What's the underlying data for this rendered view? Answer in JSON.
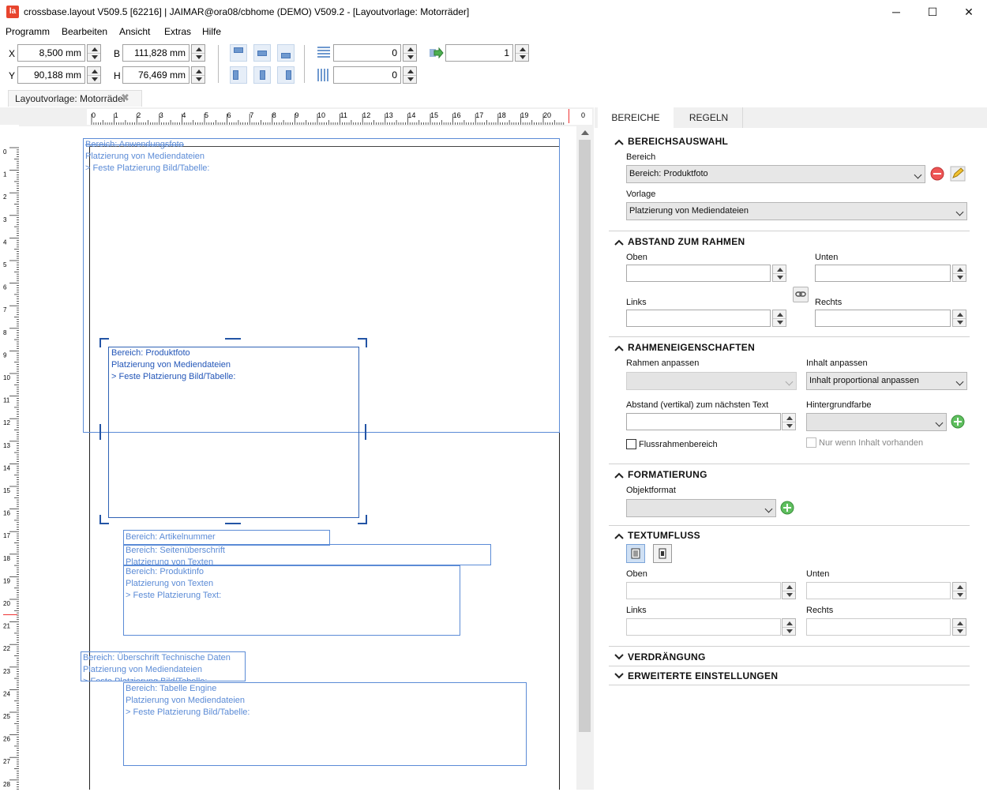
{
  "window": {
    "title": "crossbase.layout V509.5 [62216] | JAIMAR@ora08/cbhome (DEMO) V509.2   - [Layoutvorlage: Motorräder]",
    "app_icon_text": "la",
    "minimize_glyph": "─",
    "maximize_glyph": "☐",
    "close_glyph": "✕"
  },
  "menu": [
    "Programm",
    "Bearbeiten",
    "Ansicht",
    "Extras",
    "Hilfe"
  ],
  "toolbar": {
    "x_label": "X",
    "x_value": "8,500 mm",
    "y_label": "Y",
    "y_value": "90,188 mm",
    "b_label": "B",
    "b_value": "111,828 mm",
    "h_label": "H",
    "h_value": "76,469 mm",
    "spacing_value": "0",
    "columns_value": "0",
    "step_value": "1"
  },
  "doc_tab": {
    "label": "Layoutvorlage: Motorräder",
    "close_glyph": "✖"
  },
  "ruler": {
    "h_labels": [
      "0",
      "1",
      "2",
      "3",
      "4",
      "5",
      "6",
      "7",
      "8",
      "9",
      "10",
      "11",
      "12",
      "13",
      "14",
      "15",
      "16",
      "17",
      "18",
      "19",
      "20",
      "0"
    ],
    "v_labels": [
      "0",
      "1",
      "2",
      "3",
      "4",
      "5",
      "6",
      "7",
      "8",
      "9",
      "10",
      "11",
      "12",
      "13",
      "14",
      "15",
      "16",
      "17",
      "18",
      "19",
      "20",
      "21",
      "22",
      "23",
      "24",
      "25",
      "26",
      "27",
      "28"
    ]
  },
  "areas": {
    "anwendungsfoto": [
      "Bereich: Anwendungsfoto",
      "Platzierung von Mediendateien",
      " > Feste Platzierung Bild/Tabelle:"
    ],
    "produktfoto": [
      "Bereich: Produktfoto",
      "Platzierung von Mediendateien",
      " > Feste Platzierung Bild/Tabelle:"
    ],
    "artikelnummer": [
      "Bereich: Artikelnummer"
    ],
    "seitenueberschrift": [
      "Bereich: Seitenüberschrift",
      "Platzierung von Texten"
    ],
    "produktinfo": [
      "Bereich: Produktinfo",
      "Platzierung von Texten",
      " > Feste Platzierung Text:"
    ],
    "ueberschrift_tech": [
      "Bereich: Überschrift Technische Daten",
      "Platzierung von Mediendateien",
      " > Feste Platzierung Bild/Tabelle:"
    ],
    "tabelle_engine": [
      "Bereich: Tabelle Engine",
      "Platzierung von Mediendateien",
      " > Feste Platzierung Bild/Tabelle:"
    ]
  },
  "panel": {
    "tabs": [
      "BEREICHE",
      "REGELN"
    ],
    "bereichsauswahl": {
      "title": "BEREICHSAUSWAHL",
      "bereich_label": "Bereich",
      "bereich_value": "Bereich: Produktfoto",
      "vorlage_label": "Vorlage",
      "vorlage_value": "Platzierung von Mediendateien"
    },
    "abstand": {
      "title": "ABSTAND ZUM RAHMEN",
      "oben": "Oben",
      "unten": "Unten",
      "links": "Links",
      "rechts": "Rechts"
    },
    "rahmen": {
      "title": "RAHMENEIGENSCHAFTEN",
      "rahmen_anpassen": "Rahmen anpassen",
      "inhalt_anpassen": "Inhalt anpassen",
      "inhalt_value": "Inhalt proportional anpassen",
      "abstand_vertikal": "Abstand (vertikal) zum nächsten Text",
      "hintergrundfarbe": "Hintergrundfarbe",
      "flussrahmen": "Flussrahmenbereich",
      "nur_wenn": "Nur wenn Inhalt vorhanden"
    },
    "formatierung": {
      "title": "FORMATIERUNG",
      "objektformat": "Objektformat"
    },
    "textumfluss": {
      "title": "TEXTUMFLUSS",
      "oben": "Oben",
      "unten": "Unten",
      "links": "Links",
      "rechts": "Rechts"
    },
    "verdraengung": {
      "title": "VERDRÄNGUNG"
    },
    "erweitert": {
      "title": "ERWEITERTE EINSTELLUNGEN"
    }
  },
  "colors": {
    "frame": "#5b8bd6",
    "selected": "#2354a5",
    "accent_red": "#e8452e"
  }
}
